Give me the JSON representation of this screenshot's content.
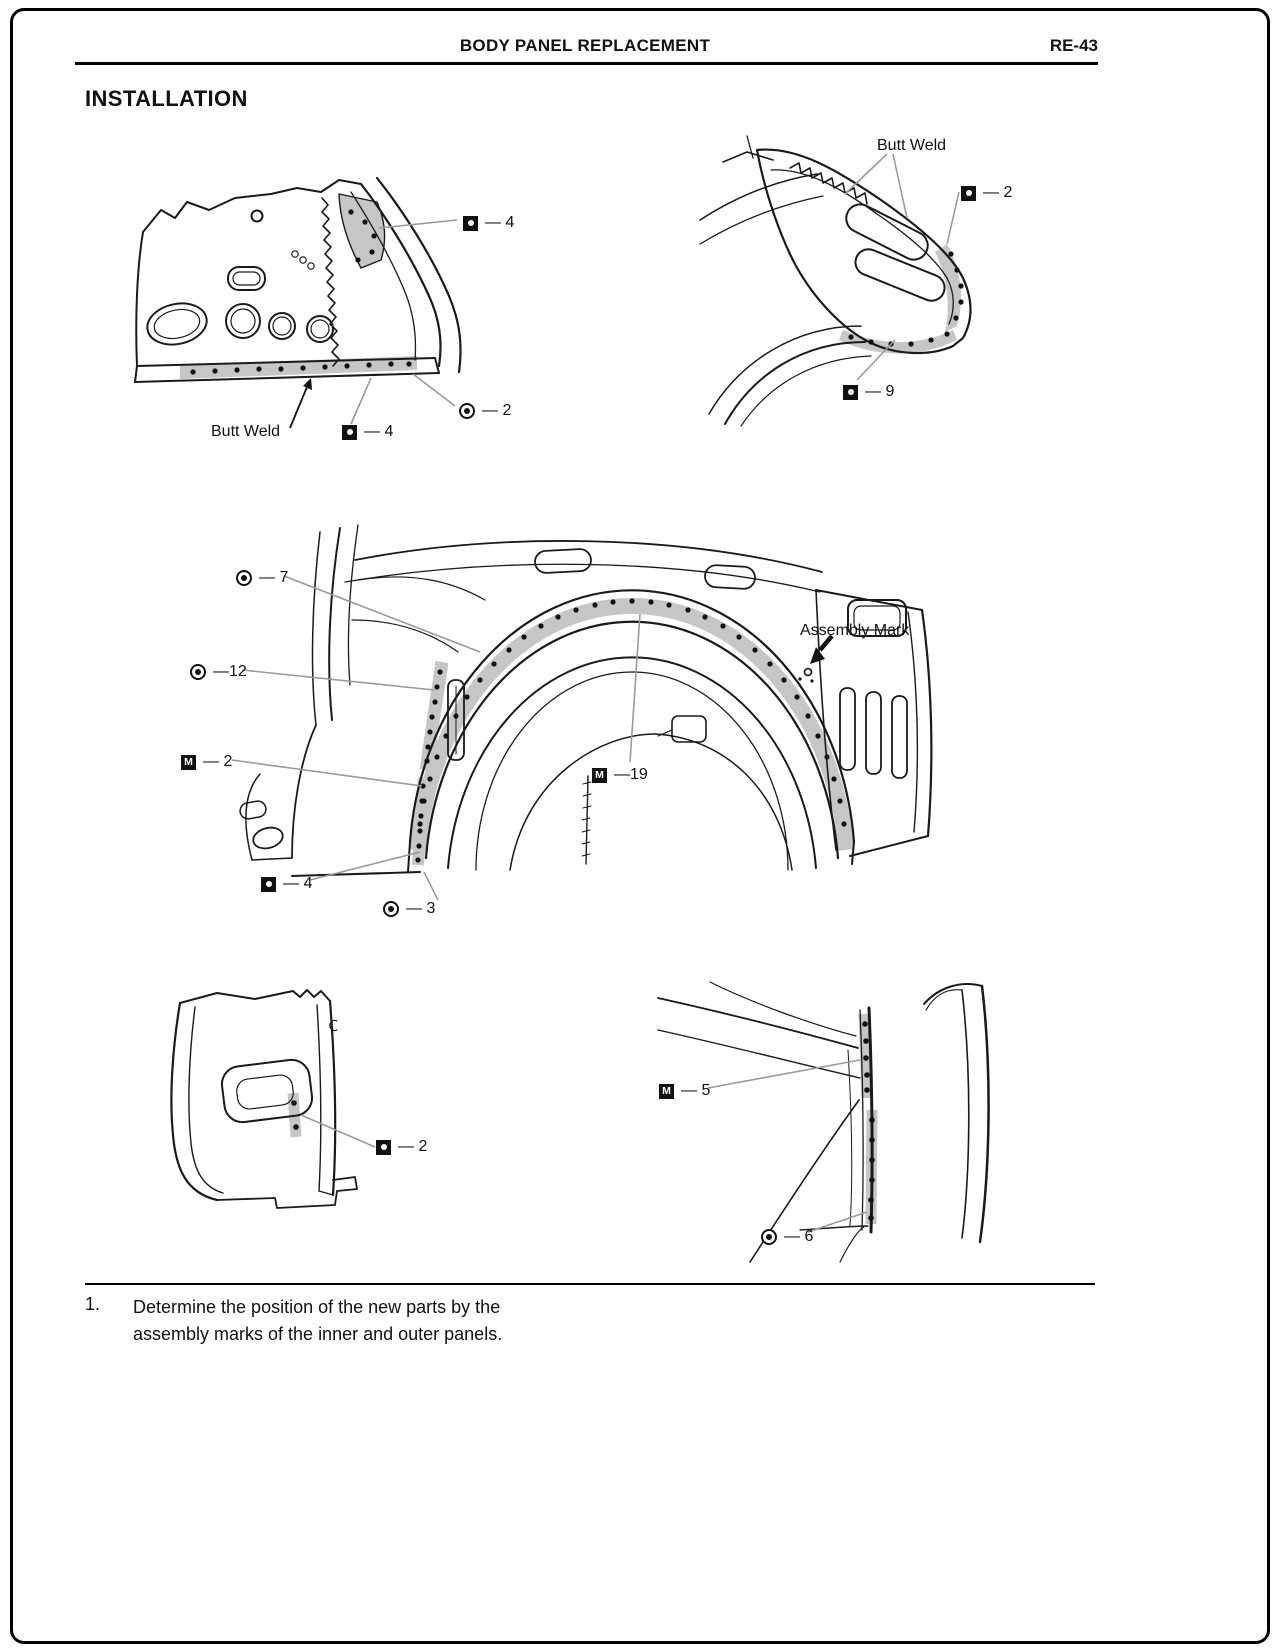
{
  "header": {
    "title": "BODY PANEL REPLACEMENT",
    "page_number": "RE-43"
  },
  "section_title": "INSTALLATION",
  "symbols": {
    "m_letter": "M"
  },
  "diagrams": {
    "quarter_inner_panel": {
      "callout_square_top": "— 4",
      "callout_circle": "— 2",
      "callout_square_bottom": "— 4",
      "butt_weld_label": "Butt Weld"
    },
    "sail_panel": {
      "butt_weld_label": "Butt Weld",
      "callout_square_upper": "— 2",
      "callout_square_lower": "— 9"
    },
    "wheel_housing": {
      "callout_circle_7": "— 7",
      "callout_circle_12": "—12",
      "callout_m_2": "— 2",
      "callout_square_4": "— 4",
      "callout_circle_3": "— 3",
      "callout_m_19": "—19",
      "assembly_mark_label": "Assembly Mark"
    },
    "lock_pillar": {
      "callout_square": "— 2"
    },
    "quarter_panel_edge": {
      "callout_m_5": "— 5",
      "callout_circle_6": "— 6"
    }
  },
  "instruction": {
    "number": "1.",
    "line1": "Determine the position of the new parts by the",
    "line2": "assembly marks of the inner and outer panels."
  }
}
